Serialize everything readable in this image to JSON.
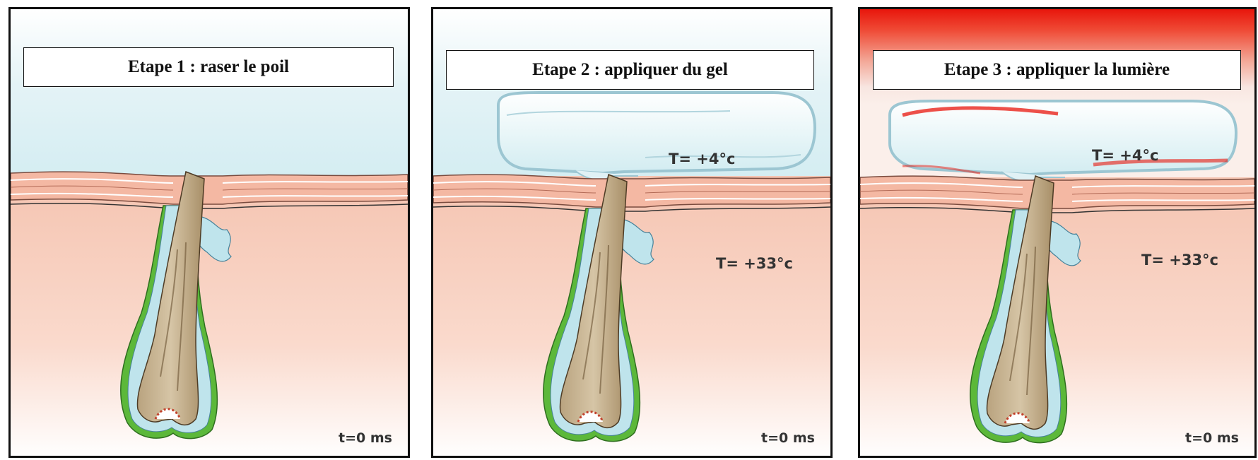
{
  "panels": [
    {
      "title": "Etape 1 : raser le poil",
      "gel_temp": "",
      "skin_temp": "",
      "time": "t=0 ms",
      "has_gel": false,
      "has_light": false
    },
    {
      "title": "Etape 2 : appliquer du gel",
      "gel_temp": "T= +4°c",
      "skin_temp": "T= +33°c",
      "time": "t=0 ms",
      "has_gel": true,
      "has_light": false
    },
    {
      "title": "Etape 3 : appliquer la lumière",
      "gel_temp": "T= +4°c",
      "skin_temp": "T= +33°c",
      "time": "t=0 ms",
      "has_gel": true,
      "has_light": true
    }
  ],
  "colors": {
    "sky": "#dff1f5",
    "skin": "#f7cdbd",
    "hair": "#c9b593",
    "follicle_green": "#5cb83a",
    "gel": "#e6f4f7",
    "light_red": "#e8160c"
  },
  "icons": [
    "hair-follicle-illustration",
    "sebaceous-gland-shape",
    "gel-pad-shape"
  ]
}
